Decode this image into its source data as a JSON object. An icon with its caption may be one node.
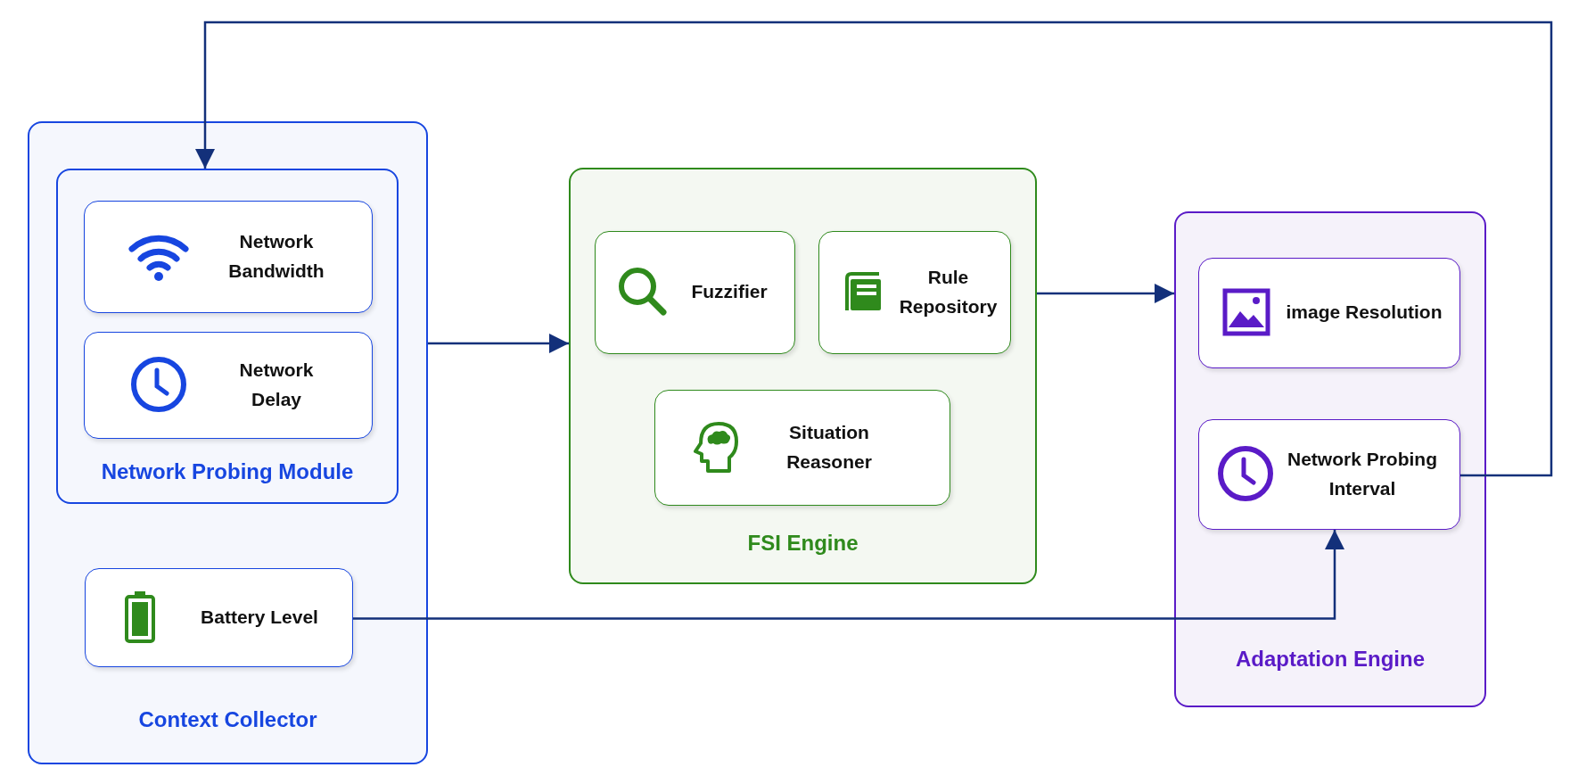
{
  "diagram": {
    "nodes": [
      {
        "text": [
          "Context Collector"
        ]
      },
      {
        "text": [
          "Network Probing Module"
        ],
        "in": 0
      },
      {
        "text": [
          "Network Bandwidth"
        ],
        "in": 1
      },
      {
        "text": [
          "Network Delay"
        ],
        "in": 1
      },
      {
        "text": [
          "Battery Level"
        ],
        "in": 0
      },
      {
        "text": [
          "FSI Engine"
        ]
      },
      {
        "text": [
          "Fuzzifier"
        ],
        "in": 5
      },
      {
        "text": [
          "Rule Repository"
        ],
        "in": 5
      },
      {
        "text": [
          "Situation Reasoner"
        ],
        "in": 5
      },
      {
        "text": [
          "Adaptation Engine"
        ]
      },
      {
        "text": [
          "image Resolution"
        ],
        "in": 9
      },
      {
        "text": [
          "Network Probing Interval"
        ],
        "in": 9
      }
    ],
    "edges": [
      {
        "from": 0,
        "to": 5,
        "arrow": "to"
      },
      {
        "from": 5,
        "to": 9,
        "arrow": "to"
      },
      {
        "from": 4,
        "to": 11,
        "arrow": "to"
      },
      {
        "from": 11,
        "to": 1,
        "arrow": "to"
      }
    ]
  }
}
